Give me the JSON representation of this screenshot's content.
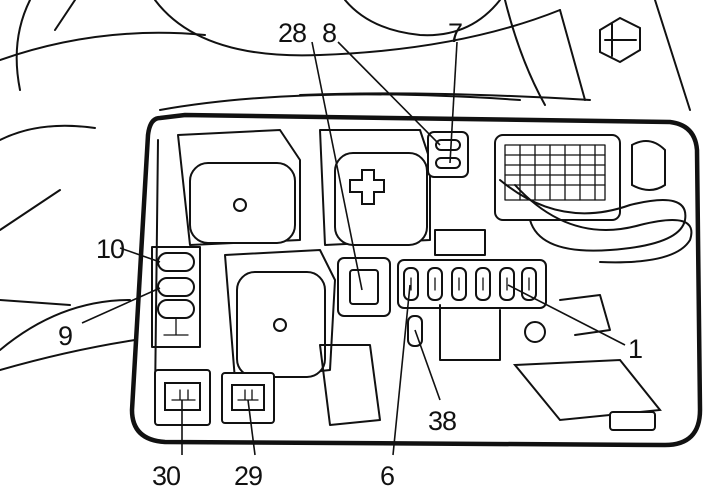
{
  "callouts": [
    {
      "id": "28",
      "text": "28"
    },
    {
      "id": "8",
      "text": "8"
    },
    {
      "id": "7",
      "text": "7"
    },
    {
      "id": "10",
      "text": "10"
    },
    {
      "id": "9",
      "text": "9"
    },
    {
      "id": "1",
      "text": "1"
    },
    {
      "id": "38",
      "text": "38"
    },
    {
      "id": "30",
      "text": "30"
    },
    {
      "id": "29",
      "text": "29"
    },
    {
      "id": "6",
      "text": "6"
    }
  ],
  "colors": {
    "ink": "#111111",
    "paper": "#ffffff"
  }
}
